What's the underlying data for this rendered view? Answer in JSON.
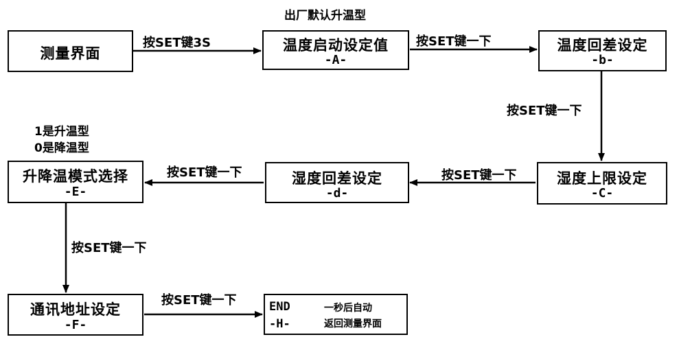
{
  "boxes": {
    "measure": {
      "title": "测量界面"
    },
    "temp_start": {
      "title": "温度启动设定值",
      "code": "-A-"
    },
    "temp_diff": {
      "title": "温度回差设定",
      "code": "-b-"
    },
    "humid_upper": {
      "title": "湿度上限设定",
      "code": "-C-"
    },
    "humid_diff": {
      "title": "湿度回差设定",
      "code": "-d-"
    },
    "mode_select": {
      "title": "升降温模式选择",
      "code": "-E-"
    },
    "comm_addr": {
      "title": "通讯地址设定",
      "code": "-F-"
    },
    "end": {
      "code_end": "END",
      "code_h": "-H-",
      "note_line1": "一秒后自动",
      "note_line2": "返回测量界面"
    }
  },
  "edges": {
    "measure_to_a": "按SET键3S",
    "a_to_b": "按SET键一下",
    "b_to_c": "按SET键一下",
    "c_to_d": "按SET键一下",
    "d_to_e": "按SET键一下",
    "e_to_f": "按SET键一下",
    "f_to_h": "按SET键一下"
  },
  "notes": {
    "factory_default": "出厂默认升温型",
    "mode_line1": "1是升温型",
    "mode_line2": "0是降温型"
  },
  "colors": {
    "stroke": "#000000",
    "background": "#ffffff"
  }
}
